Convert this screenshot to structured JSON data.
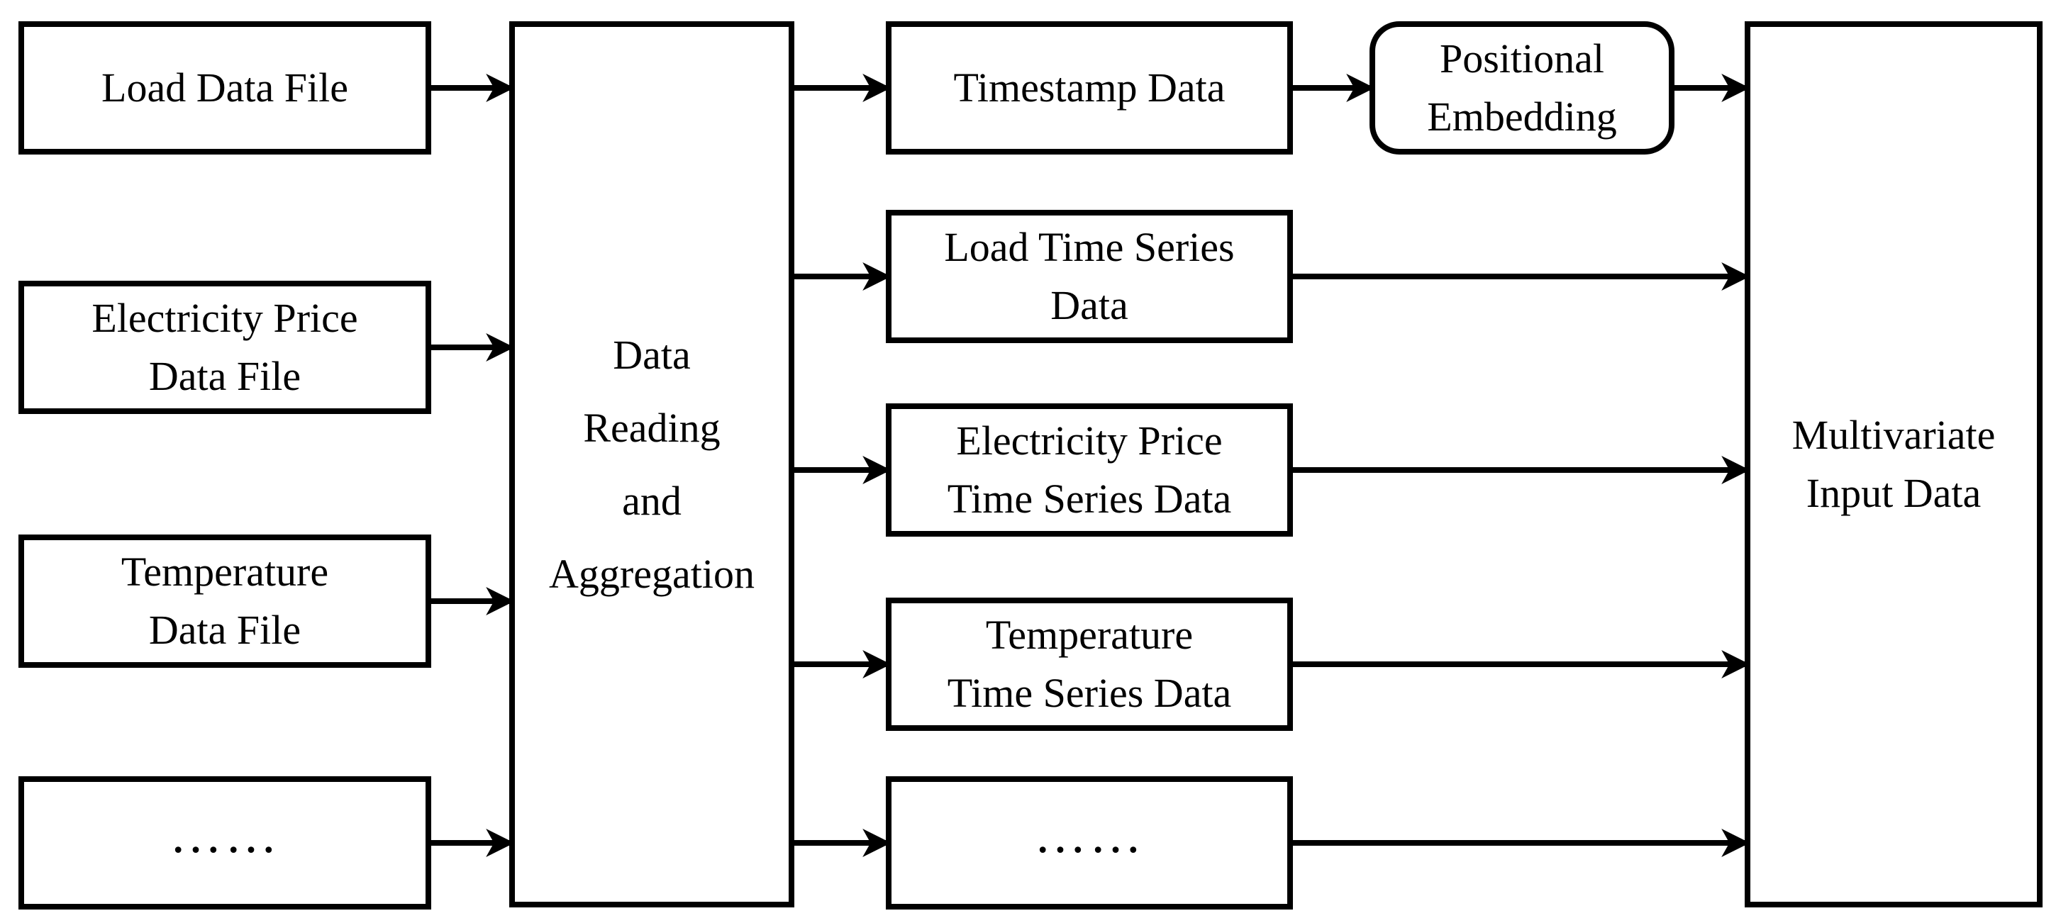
{
  "colors": {
    "stroke": "#000000",
    "background": "#ffffff",
    "text": "#000000"
  },
  "boxes": {
    "load_data_file": {
      "lines": [
        "Load Data File"
      ]
    },
    "electricity_price_data_file": {
      "lines": [
        "Electricity Price",
        "Data File"
      ]
    },
    "temperature_data_file": {
      "lines": [
        "Temperature",
        "Data File"
      ]
    },
    "left_ellipsis": {
      "lines": [
        "……"
      ]
    },
    "data_reading_aggregation": {
      "lines": [
        "Data",
        "Reading",
        "and",
        "Aggregation"
      ]
    },
    "timestamp_data": {
      "lines": [
        "Timestamp Data"
      ]
    },
    "load_time_series_data": {
      "lines": [
        "Load Time Series",
        "Data"
      ]
    },
    "electricity_price_time_series_data": {
      "lines": [
        "Electricity Price",
        "Time Series Data"
      ]
    },
    "temperature_time_series_data": {
      "lines": [
        "Temperature",
        "Time Series Data"
      ]
    },
    "right_ellipsis": {
      "lines": [
        "……"
      ]
    },
    "positional_embedding": {
      "lines": [
        "Positional",
        "Embedding"
      ]
    },
    "multivariate_input_data": {
      "lines": [
        "Multivariate",
        "Input Data"
      ]
    }
  },
  "connections": [
    {
      "from": "load_data_file",
      "to": "data_reading_aggregation"
    },
    {
      "from": "electricity_price_data_file",
      "to": "data_reading_aggregation"
    },
    {
      "from": "temperature_data_file",
      "to": "data_reading_aggregation"
    },
    {
      "from": "left_ellipsis",
      "to": "data_reading_aggregation"
    },
    {
      "from": "data_reading_aggregation",
      "to": "timestamp_data"
    },
    {
      "from": "data_reading_aggregation",
      "to": "load_time_series_data"
    },
    {
      "from": "data_reading_aggregation",
      "to": "electricity_price_time_series_data"
    },
    {
      "from": "data_reading_aggregation",
      "to": "temperature_time_series_data"
    },
    {
      "from": "data_reading_aggregation",
      "to": "right_ellipsis"
    },
    {
      "from": "timestamp_data",
      "to": "positional_embedding"
    },
    {
      "from": "positional_embedding",
      "to": "multivariate_input_data"
    },
    {
      "from": "load_time_series_data",
      "to": "multivariate_input_data"
    },
    {
      "from": "electricity_price_time_series_data",
      "to": "multivariate_input_data"
    },
    {
      "from": "temperature_time_series_data",
      "to": "multivariate_input_data"
    },
    {
      "from": "right_ellipsis",
      "to": "multivariate_input_data"
    }
  ]
}
